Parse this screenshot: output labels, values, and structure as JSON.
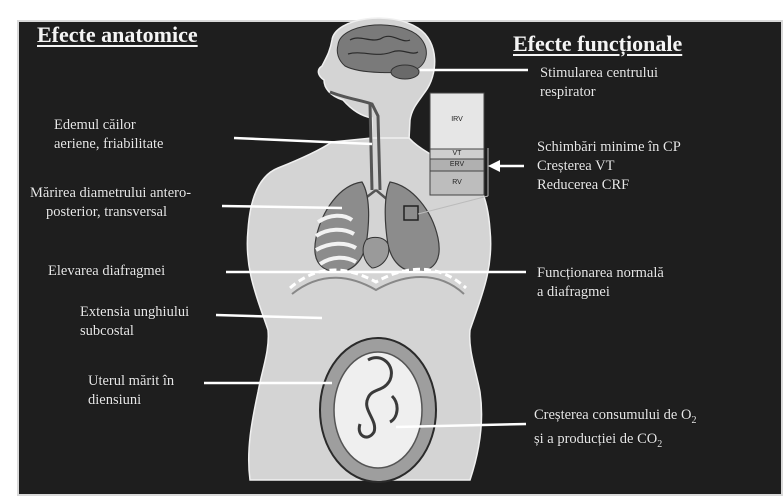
{
  "headings": {
    "left": "Efecte anatomice",
    "right": "Efecte funcționale"
  },
  "left_labels": {
    "edem": [
      "Edemul căilor",
      "aeriene, friabilitate"
    ],
    "diametru": [
      "Mărirea diametrului antero-",
      "posterior, transversal"
    ],
    "diafragm": [
      "Elevarea diafragmei"
    ],
    "unghi": [
      "Extensia unghiului",
      "subcostal"
    ],
    "uter": [
      "Uterul mărit în",
      "diensiuni"
    ]
  },
  "right_labels": {
    "stimulare": [
      "Stimularea centrului",
      "respirator"
    ],
    "schimbari": [
      "Schimbări minime în CP",
      "Creșterea VT",
      "Reducerea CRF"
    ],
    "functionare": [
      "Funcționarea normală",
      "a diafragmei"
    ]
  },
  "consum": {
    "line1_prefix": "Creșterea consumului de O",
    "line1_sub": "2",
    "line2_prefix": "și a producției de CO",
    "line2_sub": "2"
  },
  "volume_bar": {
    "segments": [
      "IRV",
      "VT",
      "ERV",
      "RV"
    ]
  },
  "colors": {
    "background": "#1e1e1e",
    "silhouette": "#d4d4d4",
    "text": "#e8e8e8",
    "lung": "#8c8c8c"
  }
}
